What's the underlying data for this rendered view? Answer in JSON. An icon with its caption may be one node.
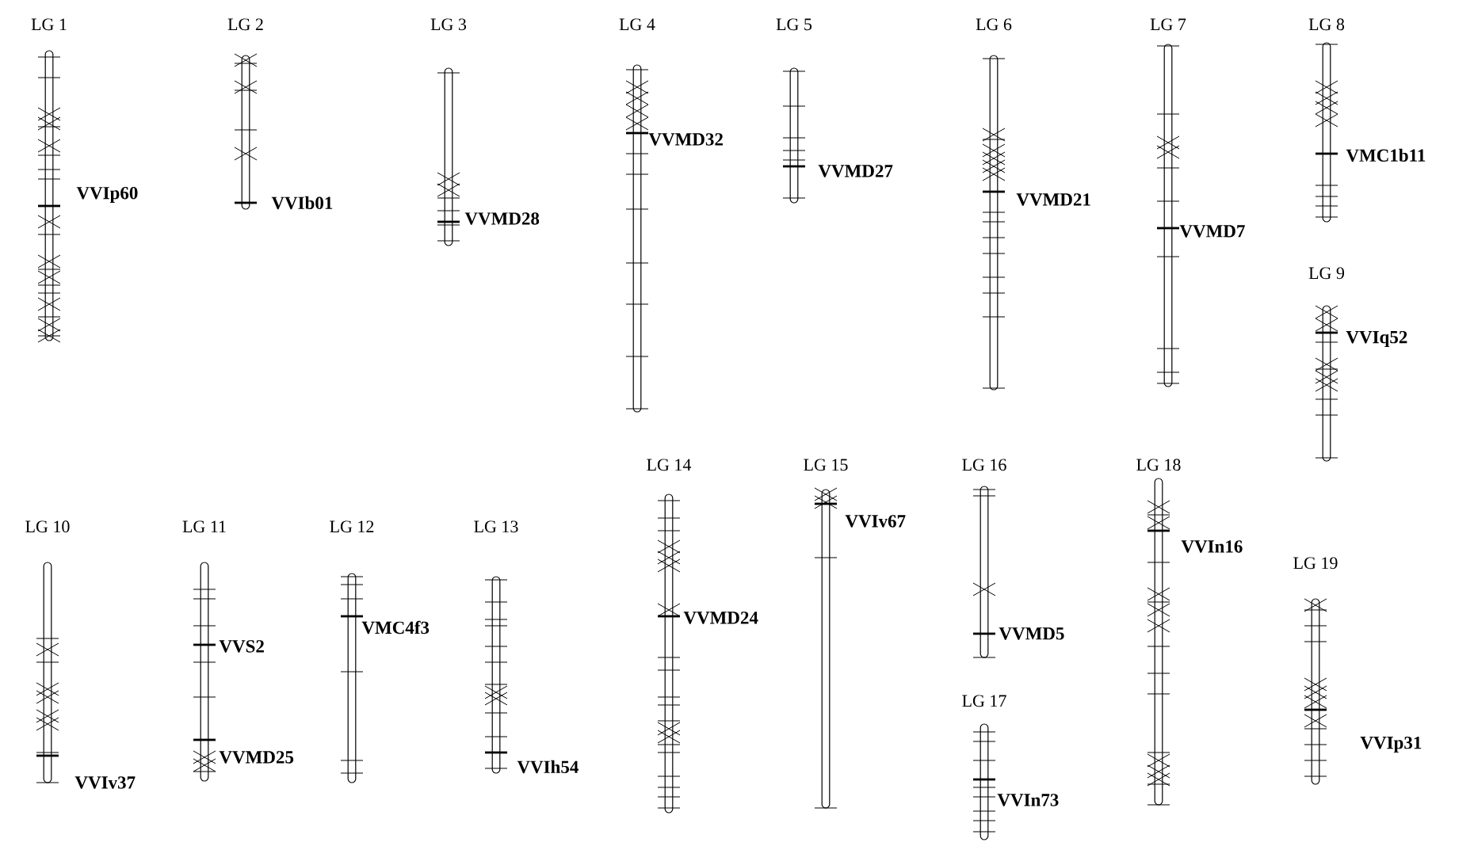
{
  "diagram": {
    "nodes": [
      {
        "text": [
          "LG 1"
        ],
        "beside": [
          "VVIp60"
        ]
      },
      {
        "text": [
          "LG 2"
        ],
        "beside": [
          "VVIb01"
        ]
      },
      {
        "text": [
          "LG 3"
        ],
        "beside": [
          "VVMD28"
        ]
      },
      {
        "text": [
          "LG 4"
        ],
        "beside": [
          "VVMD32"
        ]
      },
      {
        "text": [
          "LG 5"
        ],
        "beside": [
          "VVMD27"
        ]
      },
      {
        "text": [
          "LG 6"
        ],
        "beside": [
          "VVMD21"
        ]
      },
      {
        "text": [
          "LG 7"
        ],
        "beside": [
          "VVMD7"
        ]
      },
      {
        "text": [
          "LG 8"
        ],
        "beside": [
          "VMC1b11"
        ]
      },
      {
        "text": [
          "LG 9"
        ],
        "beside": [
          "VVIq52"
        ]
      },
      {
        "text": [
          "LG 10"
        ],
        "beside": [
          "VVIv37"
        ]
      },
      {
        "text": [
          "LG 11"
        ],
        "beside": [
          "VVS2",
          "VVMD25"
        ]
      },
      {
        "text": [
          "LG 12"
        ],
        "beside": [
          "VMC4f3"
        ]
      },
      {
        "text": [
          "LG 13"
        ],
        "beside": [
          "VVIh54"
        ]
      },
      {
        "text": [
          "LG 14"
        ],
        "beside": [
          "VVMD24"
        ]
      },
      {
        "text": [
          "LG 15"
        ],
        "beside": [
          "VVIv67"
        ]
      },
      {
        "text": [
          "LG 16"
        ],
        "beside": [
          "VVMD5"
        ]
      },
      {
        "text": [
          "LG 17"
        ],
        "beside": [
          "VVIn73"
        ]
      },
      {
        "text": [
          "LG 18"
        ],
        "beside": [
          "VVIn16"
        ]
      },
      {
        "text": [
          "LG 19"
        ],
        "beside": [
          "VVIp31"
        ]
      }
    ]
  }
}
